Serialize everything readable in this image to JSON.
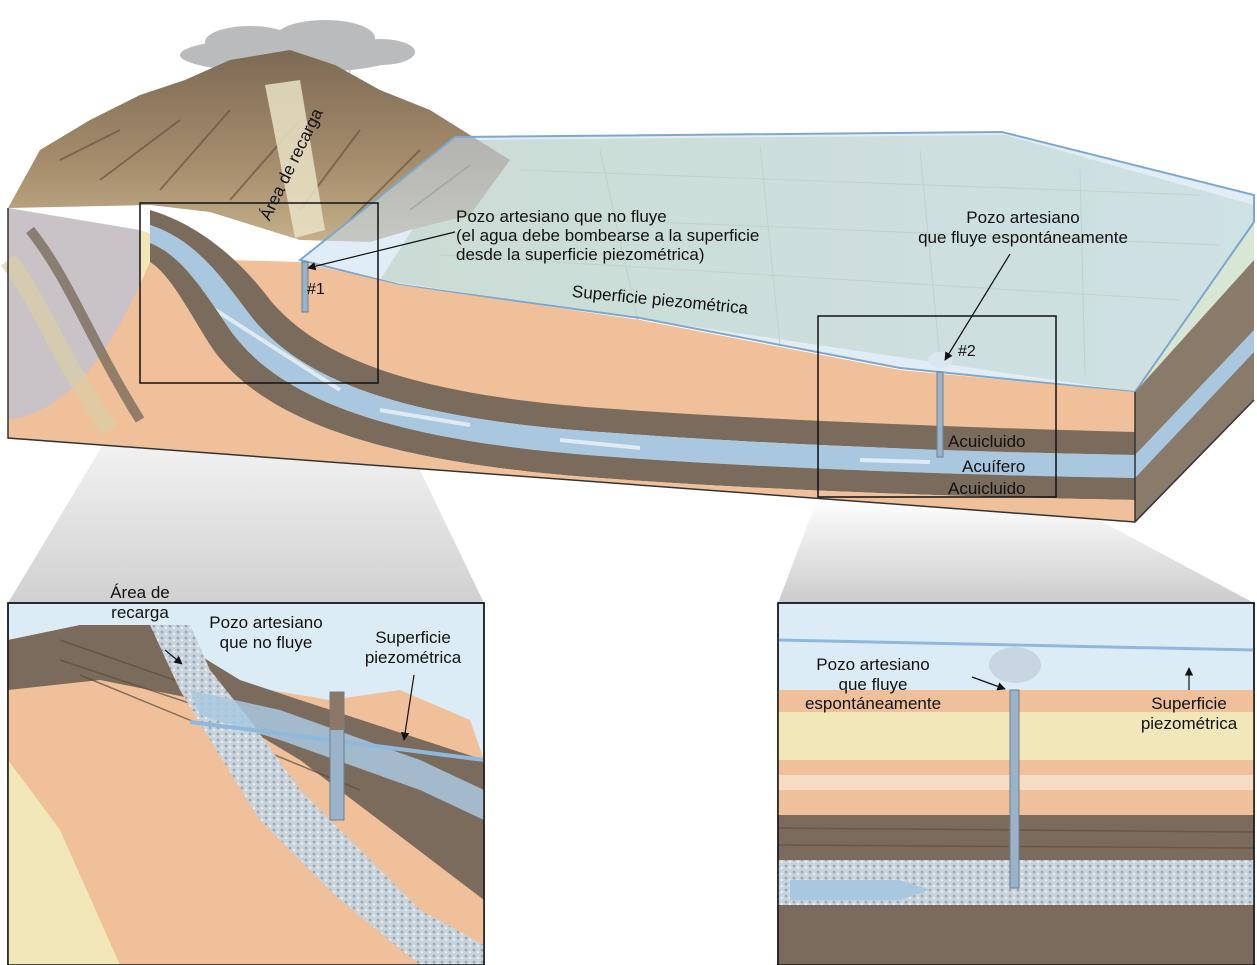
{
  "main": {
    "recharge_area": "Área de recarga",
    "nonflowing_well": {
      "title": "Pozo artesiano que no fluye",
      "line2": "(el agua debe bombearse a la superficie",
      "line3": "desde la superficie piezométrica)"
    },
    "well1_tag": "#1",
    "flowing_well": {
      "line1": "Pozo artesiano",
      "line2": "que fluye espontáneamente"
    },
    "well2_tag": "#2",
    "piezometric_surface": "Superficie piezométrica",
    "layers": {
      "aquiclude_top": "Acuicluido",
      "aquifer": "Acuífero",
      "aquiclude_bottom": "Acuicluido"
    }
  },
  "inset_left": {
    "recharge_line1": "Área de",
    "recharge_line2": "recarga",
    "well_line1": "Pozo artesiano",
    "well_line2": "que no fluye",
    "piezo_line1": "Superficie",
    "piezo_line2": "piezométrica"
  },
  "inset_right": {
    "well_line1": "Pozo artesiano",
    "well_line2": "que fluye",
    "well_line3": "espontáneamente",
    "piezo_line1": "Superficie",
    "piezo_line2": "piezométrica"
  },
  "colors": {
    "aquifer": "#a9c8df",
    "aquiclude": "#7b6b5d",
    "sand": "#efd7b0",
    "peach": "#efc09a",
    "pale_yellow": "#f2e7b8",
    "water_surface": "#8fb8dd"
  }
}
